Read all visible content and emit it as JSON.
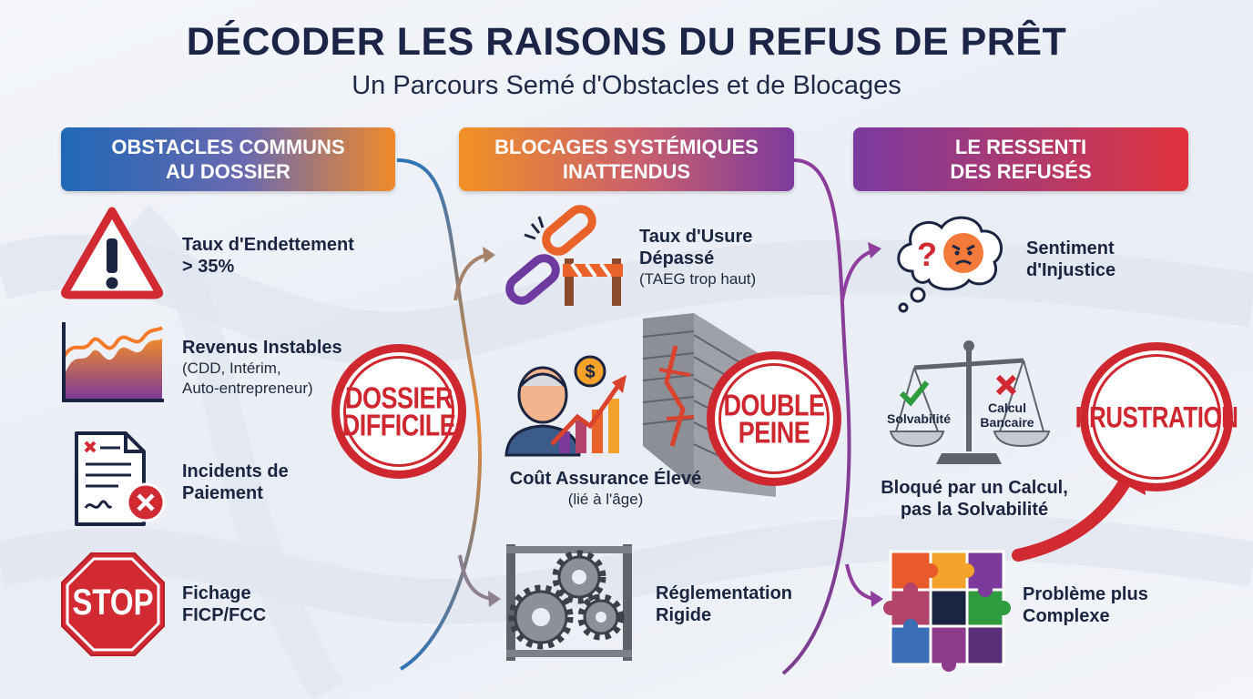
{
  "header": {
    "title": "DÉCODER LES RAISONS DU REFUS DE PRÊT",
    "subtitle": "Un Parcours Semé d'Obstacles et de Blocages"
  },
  "columns": {
    "obstacles": {
      "banner_line1": "OBSTACLES COMMUNS",
      "banner_line2": "AU DOSSIER",
      "items": [
        {
          "icon": "warning-triangle-icon",
          "line1": "Taux d'Endettement",
          "line2": "> 35%",
          "detail1": "",
          "detail2": ""
        },
        {
          "icon": "unstable-chart-icon",
          "line1": "Revenus Instables",
          "line2": "",
          "detail1": "(CDD, Intérim,",
          "detail2": "Auto-entrepreneur)"
        },
        {
          "icon": "rejected-document-icon",
          "line1": "Incidents de",
          "line2": "Paiement",
          "detail1": "",
          "detail2": ""
        },
        {
          "icon": "stop-sign-icon",
          "line1": "Fichage",
          "line2": "FICP/FCC",
          "detail1": "",
          "detail2": ""
        }
      ],
      "stamp_line1": "DOSSIER",
      "stamp_line2": "DIFFICILE"
    },
    "blocages": {
      "banner_line1": "BLOCAGES SYSTÉMIQUES",
      "banner_line2": "INATTENDUS",
      "items": [
        {
          "icon": "broken-chain-icon",
          "line1": "Taux d'Usure",
          "line2": "Dépassé",
          "detail": "(TAEG trop haut)"
        },
        {
          "icon": "elderly-cost-icon",
          "line1": "Coût Assurance Élevé",
          "line2": "",
          "detail": "(lié à l'âge)"
        },
        {
          "icon": "gears-frame-icon",
          "line1": "Réglementation",
          "line2": "Rigide",
          "detail": ""
        }
      ],
      "stamp_line1": "DOUBLE",
      "stamp_line2": "PEINE",
      "stop_sign_text": "STOP"
    },
    "ressenti": {
      "banner_line1": "LE RESSENTI",
      "banner_line2": "DES REFUSÉS",
      "items": [
        {
          "icon": "angry-thought-icon",
          "line1": "Sentiment",
          "line2": "d'Injustice"
        },
        {
          "icon": "balance-scale-icon",
          "line1": "Bloqué par un Calcul,",
          "line2": "pas la Solvabilité"
        },
        {
          "icon": "puzzle-icon",
          "line1": "Problème plus",
          "line2": "Complexe"
        }
      ],
      "scale_left": "Solvabilité",
      "scale_right_line1": "Calcul",
      "scale_right_line2": "Bancaire",
      "stamp": "FRUSTRATION"
    }
  },
  "colors": {
    "red": "#cf2730",
    "navy": "#1c2547",
    "orange": "#f29125",
    "purple": "#7d3b9d",
    "blue": "#1f68b6"
  }
}
